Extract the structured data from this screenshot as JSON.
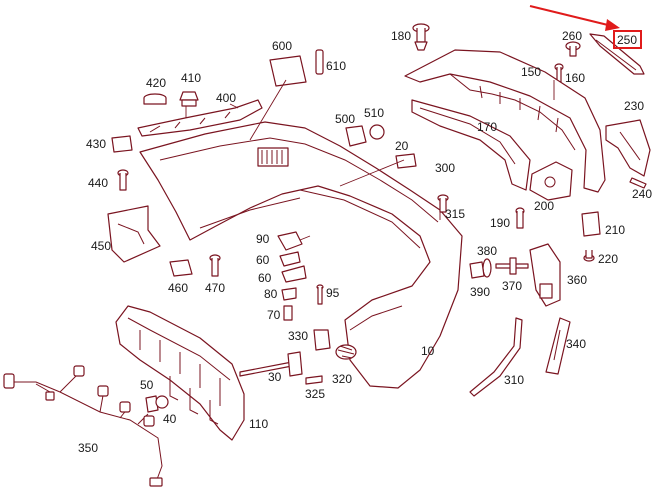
{
  "diagram": {
    "accent_color": "#e01b1b",
    "line_color": "#7a1420",
    "highlighted_part": "250",
    "labels": {
      "p180": "180",
      "p260": "260",
      "p250": "250",
      "p600": "600",
      "p610": "610",
      "p150": "150",
      "p160": "160",
      "p420": "420",
      "p410": "410",
      "p400": "400",
      "p500": "500",
      "p510": "510",
      "p170": "170",
      "p230": "230",
      "p430": "430",
      "p20": "20",
      "p300": "300",
      "p440": "440",
      "p240": "240",
      "p315": "315",
      "p190": "190",
      "p200": "200",
      "p210": "210",
      "p450": "450",
      "p90": "90",
      "p380": "380",
      "p220": "220",
      "p60a": "60",
      "p60b": "60",
      "p460": "460",
      "p470": "470",
      "p390": "390",
      "p370": "370",
      "p360": "360",
      "p80": "80",
      "p95": "95",
      "p70": "70",
      "p330": "330",
      "p340": "340",
      "p10": "10",
      "p50": "50",
      "p30": "30",
      "p320": "320",
      "p310": "310",
      "p40": "40",
      "p325": "325",
      "p110": "110",
      "p350": "350"
    }
  }
}
